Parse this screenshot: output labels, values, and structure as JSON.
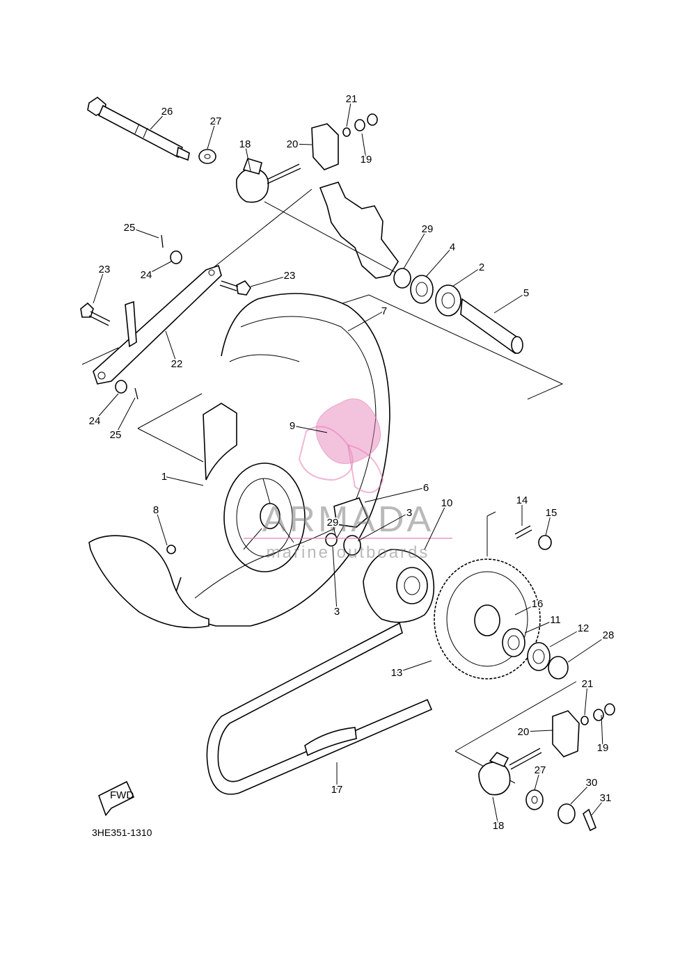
{
  "diagram": {
    "code": "3HE351-1310",
    "fwd_label": "FWD",
    "watermark": {
      "brand": "ARMADA",
      "tagline": "marine outboards"
    },
    "callouts": [
      {
        "id": "c26a",
        "text": "26"
      },
      {
        "id": "c27a",
        "text": "27"
      },
      {
        "id": "c18a",
        "text": "18"
      },
      {
        "id": "c20a",
        "text": "20"
      },
      {
        "id": "c21a",
        "text": "21"
      },
      {
        "id": "c19a",
        "text": "19"
      },
      {
        "id": "c25a",
        "text": "25"
      },
      {
        "id": "c24a",
        "text": "24"
      },
      {
        "id": "c23a",
        "text": "23"
      },
      {
        "id": "c23b",
        "text": "23"
      },
      {
        "id": "c29a",
        "text": "29"
      },
      {
        "id": "c4",
        "text": "4"
      },
      {
        "id": "c2",
        "text": "2"
      },
      {
        "id": "c5",
        "text": "5"
      },
      {
        "id": "c7",
        "text": "7"
      },
      {
        "id": "c22",
        "text": "22"
      },
      {
        "id": "c24b",
        "text": "24"
      },
      {
        "id": "c25b",
        "text": "25"
      },
      {
        "id": "c9",
        "text": "9"
      },
      {
        "id": "c1",
        "text": "1"
      },
      {
        "id": "c8",
        "text": "8"
      },
      {
        "id": "c6",
        "text": "6"
      },
      {
        "id": "c29b",
        "text": "29"
      },
      {
        "id": "c3a",
        "text": "3"
      },
      {
        "id": "c10",
        "text": "10"
      },
      {
        "id": "c3b",
        "text": "3"
      },
      {
        "id": "c14",
        "text": "14"
      },
      {
        "id": "c15",
        "text": "15"
      },
      {
        "id": "c16",
        "text": "16"
      },
      {
        "id": "c11",
        "text": "11"
      },
      {
        "id": "c12",
        "text": "12"
      },
      {
        "id": "c28",
        "text": "28"
      },
      {
        "id": "c13",
        "text": "13"
      },
      {
        "id": "c21b",
        "text": "21"
      },
      {
        "id": "c20b",
        "text": "20"
      },
      {
        "id": "c19b",
        "text": "19"
      },
      {
        "id": "c17",
        "text": "17"
      },
      {
        "id": "c27b",
        "text": "27"
      },
      {
        "id": "c30",
        "text": "30"
      },
      {
        "id": "c31",
        "text": "31"
      },
      {
        "id": "c18b",
        "text": "18"
      }
    ]
  }
}
